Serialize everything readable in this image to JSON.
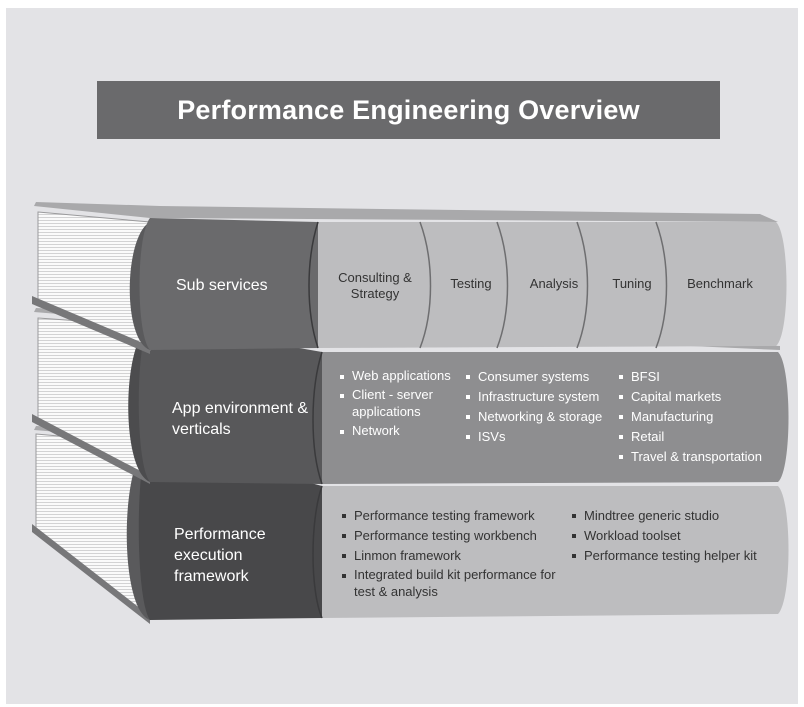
{
  "title": "Performance Engineering Overview",
  "books": [
    {
      "label": "Sub services",
      "tabs": [
        "Consulting & Strategy",
        "Testing",
        "Analysis",
        "Tuning",
        "Benchmark"
      ]
    },
    {
      "label": "App environment & verticals",
      "columns": [
        [
          "Web applications",
          "Client - server applications",
          "Network"
        ],
        [
          "Consumer systems",
          "Infrastructure system",
          "Networking & storage",
          "ISVs"
        ],
        [
          "BFSI",
          "Capital markets",
          "Manufacturing",
          "Retail",
          "Travel & transportation"
        ]
      ]
    },
    {
      "label": "Performance execution framework",
      "columns": [
        [
          "Performance testing framework",
          "Performance testing workbench",
          "Linmon framework",
          "Integrated build kit performance for test & analysis"
        ],
        [
          "Mindtree generic studio",
          "Workload toolset",
          "Performance testing helper kit"
        ]
      ]
    }
  ],
  "colors": {
    "background": "#e3e3e6",
    "title_bg": "#6a6a6c",
    "book1_spine": "#6a6a6c",
    "book2_spine": "#58585a",
    "book3_spine": "#48484a",
    "book1_cover": "#bdbdbf",
    "book2_cover": "#8e8e90",
    "book3_cover": "#bdbdbf"
  }
}
